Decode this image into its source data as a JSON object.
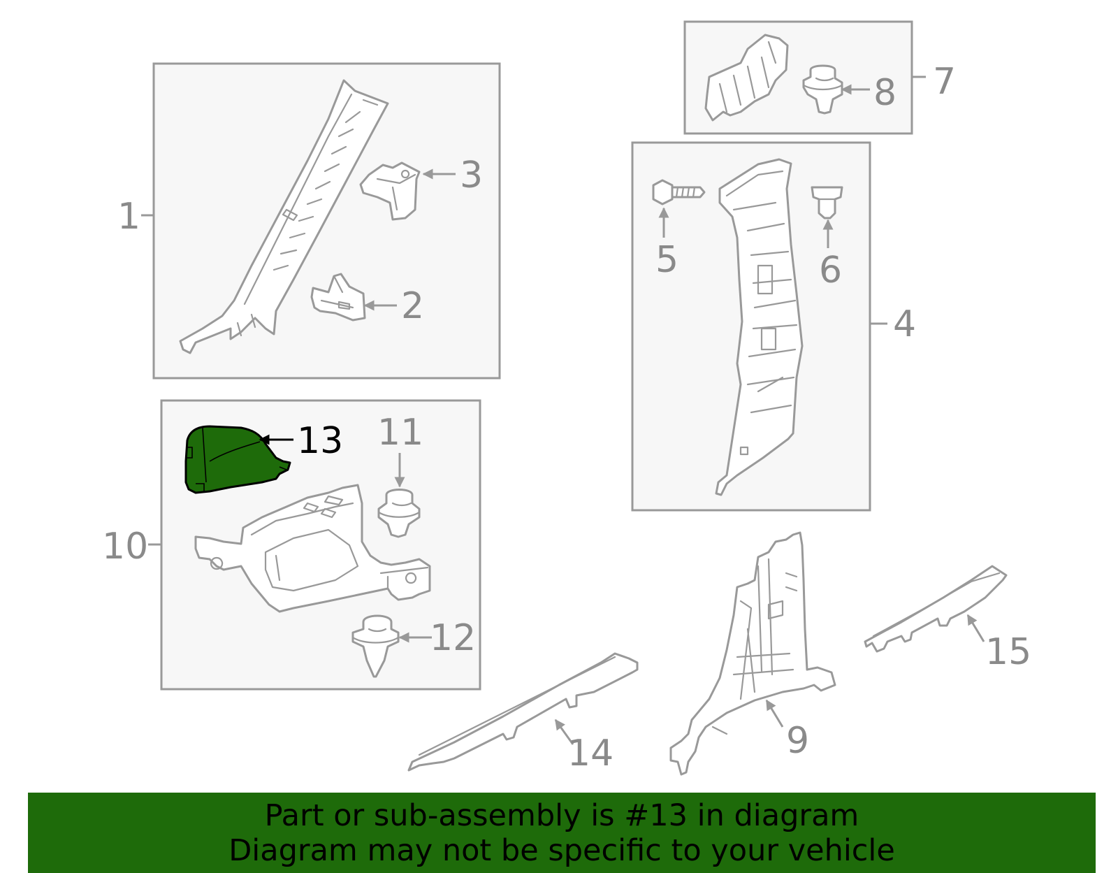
{
  "diagram": {
    "highlight_color": "#1e6b0a",
    "outline_color": "#999999",
    "callouts": {
      "c1": "1",
      "c2": "2",
      "c3": "3",
      "c4": "4",
      "c5": "5",
      "c6": "6",
      "c7": "7",
      "c8": "8",
      "c9": "9",
      "c10": "10",
      "c11": "11",
      "c12": "12",
      "c13": "13",
      "c14": "14",
      "c15": "15"
    },
    "highlighted_part": "13"
  },
  "banner": {
    "line1": "Part or sub-assembly is #13 in diagram",
    "line2": "Diagram may not be specific to your vehicle",
    "background": "#1e6b0a"
  }
}
